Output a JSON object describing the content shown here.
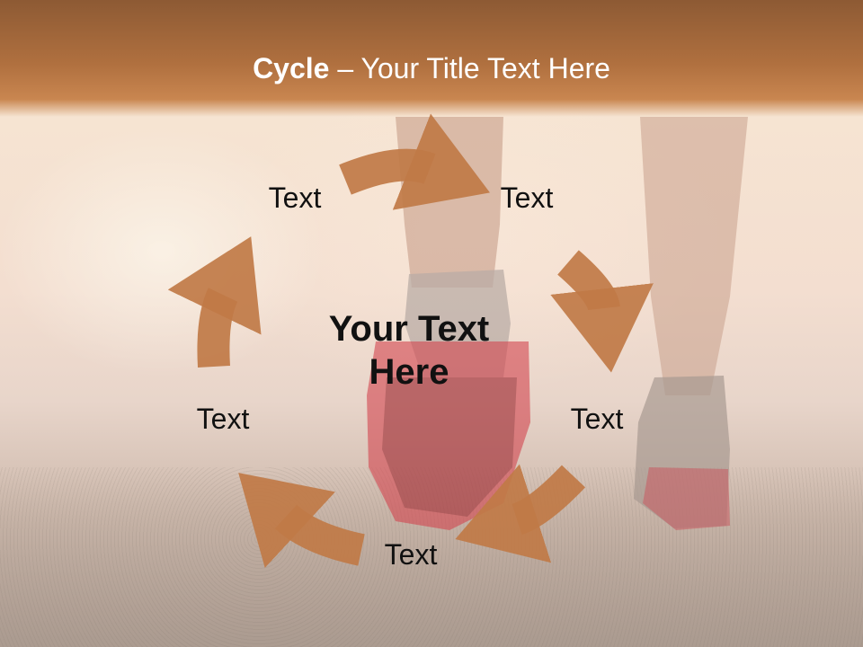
{
  "slide": {
    "title_bold": "Cycle",
    "title_rest": " – Your Title Text Here",
    "center_text": "Your Text Here",
    "labels": [
      "Text",
      "Text",
      "Text",
      "Text",
      "Text"
    ]
  },
  "colors": {
    "header_band": "#a8683a",
    "arrow_fill": "#c07a47"
  }
}
